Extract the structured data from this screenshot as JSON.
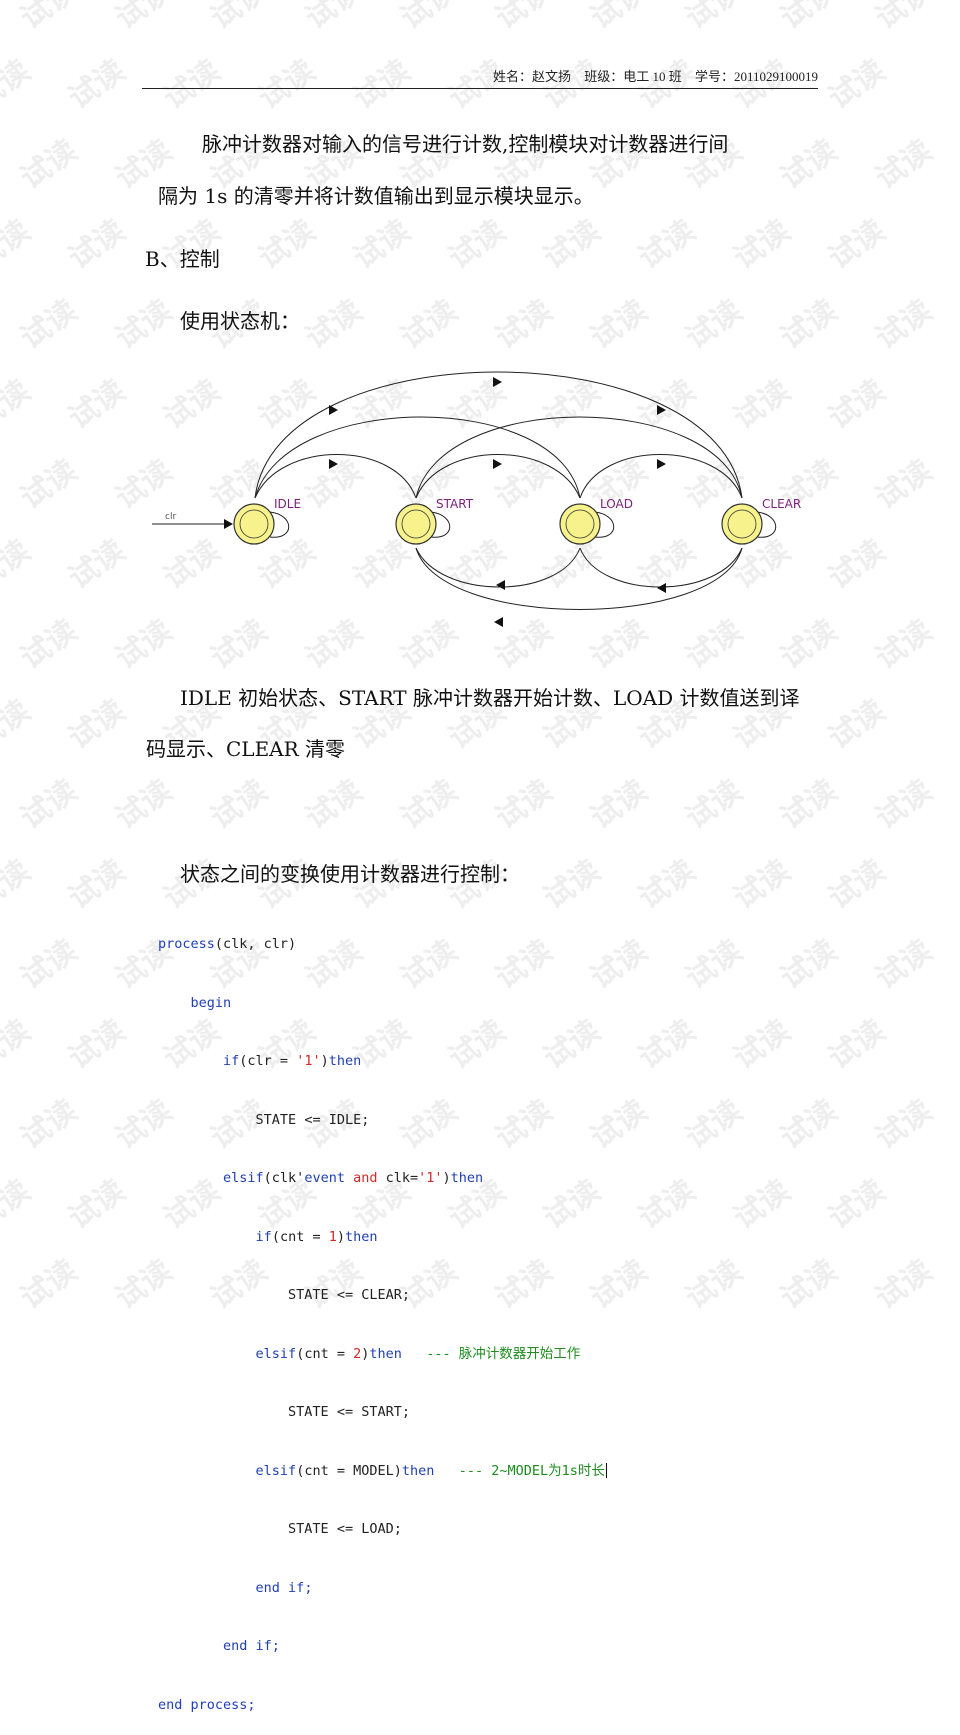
{
  "header": {
    "name": "姓名：赵文扬",
    "class": "班级：电工 10 班",
    "student_id": "学号：2011029100019"
  },
  "body": {
    "para1_line1": "脉冲计数器对输入的信号进行计数,控制模块对计数器进行间",
    "para1_line2": "隔为 1s 的清零并将计数值输出到显示模块显示。",
    "section_heading": "B、控制",
    "fsm_intro": "使用状态机：",
    "states_desc_line1": "IDLE 初始状态、START 脉冲计数器开始计数、LOAD 计数值送到译",
    "states_desc_line2": "码显示、CLEAR 清零",
    "transition_intro": "状态之间的变换使用计数器进行控制："
  },
  "diagram": {
    "input_label": "clr",
    "states": [
      "IDLE",
      "START",
      "LOAD",
      "CLEAR"
    ],
    "colors": {
      "state_fill": "#f7f28c",
      "state_stroke": "#333333",
      "label": "#7a1f7a"
    }
  },
  "code": {
    "l1_kw": "process",
    "l1_rest": "(clk, clr)",
    "l2_kw": "begin",
    "l3_kw": "if",
    "l3_a": "(clr = ",
    "l3_num": "'1'",
    "l3_b": ")",
    "l3_then": "then",
    "l4": "STATE <= IDLE;",
    "l5_kw": "elsif",
    "l5_a": "(clk'",
    "l5_event": "event",
    "l5_and": "and",
    "l5_b": " clk=",
    "l5_num": "'1'",
    "l5_c": ")",
    "l5_then": "then",
    "l6_kw": "if",
    "l6_a": "(cnt = ",
    "l6_num": "1",
    "l6_b": ")",
    "l6_then": "then",
    "l7": "STATE <= CLEAR;",
    "l8_kw": "elsif",
    "l8_a": "(cnt = ",
    "l8_num": "2",
    "l8_b": ")",
    "l8_then": "then",
    "l8_cmt": "--- 脉冲计数器开始工作",
    "l9": "STATE <= START;",
    "l10_kw": "elsif",
    "l10_a": "(cnt = MODEL)",
    "l10_then": "then",
    "l10_cmt": "--- 2~MODEL为1s时长",
    "l11": "STATE <= LOAD;",
    "l12": "end if;",
    "l13": "end if;",
    "l14": "end process;"
  },
  "watermark": "试读"
}
